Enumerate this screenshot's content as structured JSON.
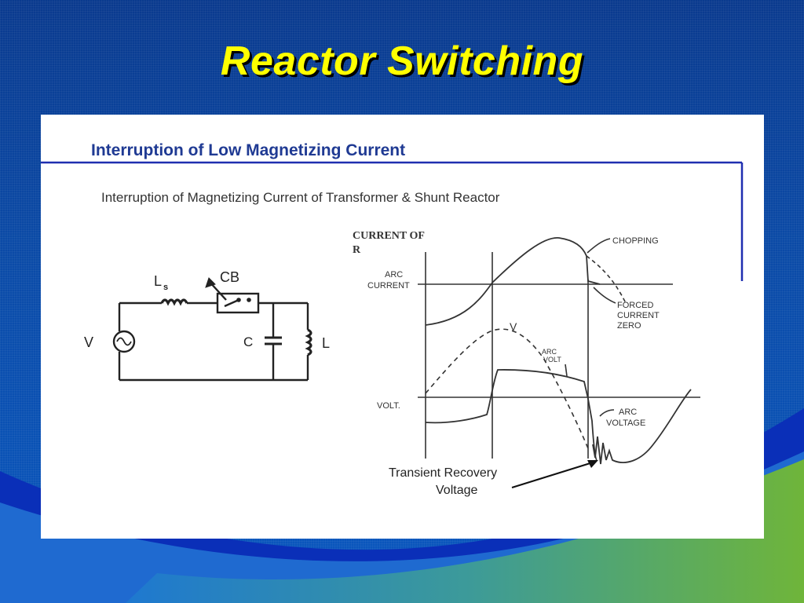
{
  "slide": {
    "title": "Reactor Switching"
  },
  "figure": {
    "heading": "Interruption of Low Magnetizing Current",
    "subtitle": "Interruption of Magnetizing Current of Transformer & Shunt Reactor",
    "circuit": {
      "source_label": "V",
      "series_inductor_label": "L",
      "series_inductor_sub": "s",
      "breaker_label": "CB",
      "capacitor_label": "C",
      "reactor_label": "L"
    },
    "waveforms": {
      "current_heading_line1": "CURRENT OF",
      "current_heading_line2": "R",
      "arc_current_line1": "ARC",
      "arc_current_line2": "CURRENT",
      "chopping_label": "CHOPPING",
      "forced_zero_line1": "FORCED",
      "forced_zero_line2": "CURRENT",
      "forced_zero_line3": "ZERO",
      "v_label": "V",
      "arc_volt_line1": "ARC",
      "arc_volt_line2": "VOLT",
      "volt_label": "VOLT.",
      "arc_voltage_line1": "ARC",
      "arc_voltage_line2": "VOLTAGE",
      "trv_line1": "Transient Recovery",
      "trv_line2": "Voltage"
    },
    "colors": {
      "heading": "#1f3a93",
      "rule": "#1f2fb0",
      "ink": "#222222"
    }
  }
}
